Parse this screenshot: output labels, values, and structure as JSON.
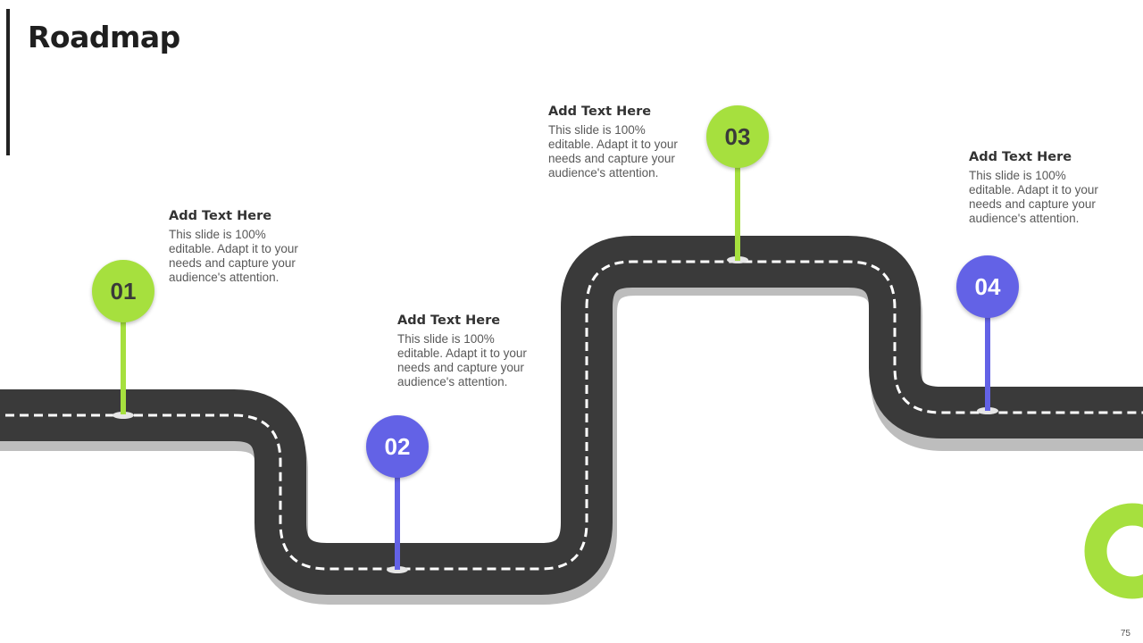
{
  "slide": {
    "title": "Roadmap",
    "page_number": "75"
  },
  "colors": {
    "road": "#3a3a3a",
    "road_shadow": "#bdbdbd",
    "green": "#a6e03e",
    "blue": "#6362e6"
  },
  "milestones": [
    {
      "number": "01",
      "color": "green",
      "heading": "Add Text Here",
      "body": "This slide is 100% editable. Adapt it to your needs and capture your audience's attention."
    },
    {
      "number": "02",
      "color": "blue",
      "heading": "Add Text Here",
      "body": "This slide is 100% editable. Adapt it to your needs and capture your audience's attention."
    },
    {
      "number": "03",
      "color": "green",
      "heading": "Add Text Here",
      "body": "This slide is 100% editable. Adapt it to your needs and capture your audience's attention."
    },
    {
      "number": "04",
      "color": "blue",
      "heading": "Add Text Here",
      "body": "This slide is 100% editable. Adapt it to your needs and capture your audience's attention."
    }
  ]
}
